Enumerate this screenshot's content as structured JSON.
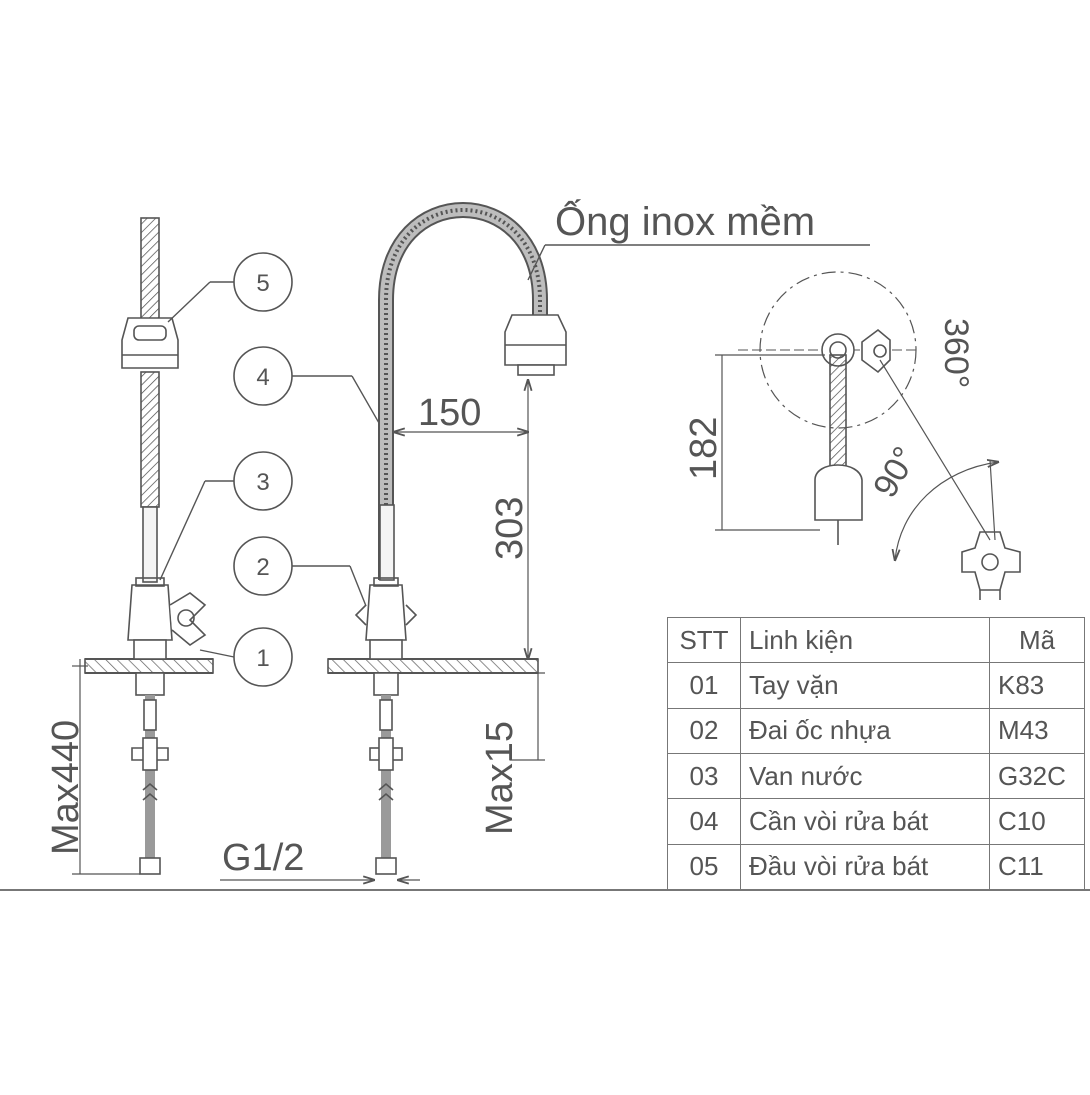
{
  "diagram": {
    "hose_label": "Ống inox mềm",
    "dimensions": {
      "reach": "150",
      "height": "303",
      "max_below": "Max15",
      "max_total": "Max440",
      "thread": "G1/2",
      "top_offset": "182"
    },
    "angles": {
      "swivel": "360°",
      "handle": "90°"
    },
    "callouts": [
      "1",
      "2",
      "3",
      "4",
      "5"
    ]
  },
  "parts_table": {
    "headers": [
      "STT",
      "Linh kiện",
      "Mã"
    ],
    "rows": [
      [
        "01",
        "Tay vặn",
        "K83"
      ],
      [
        "02",
        "Đai ốc nhựa",
        "M43"
      ],
      [
        "03",
        "Van nước",
        "G32C"
      ],
      [
        "04",
        "Cần vòi rửa bát",
        "C10"
      ],
      [
        "05",
        "Đầu vòi rửa bát",
        "C11"
      ]
    ]
  },
  "colors": {
    "line": "#555555",
    "fill": "#9a9a9a"
  }
}
